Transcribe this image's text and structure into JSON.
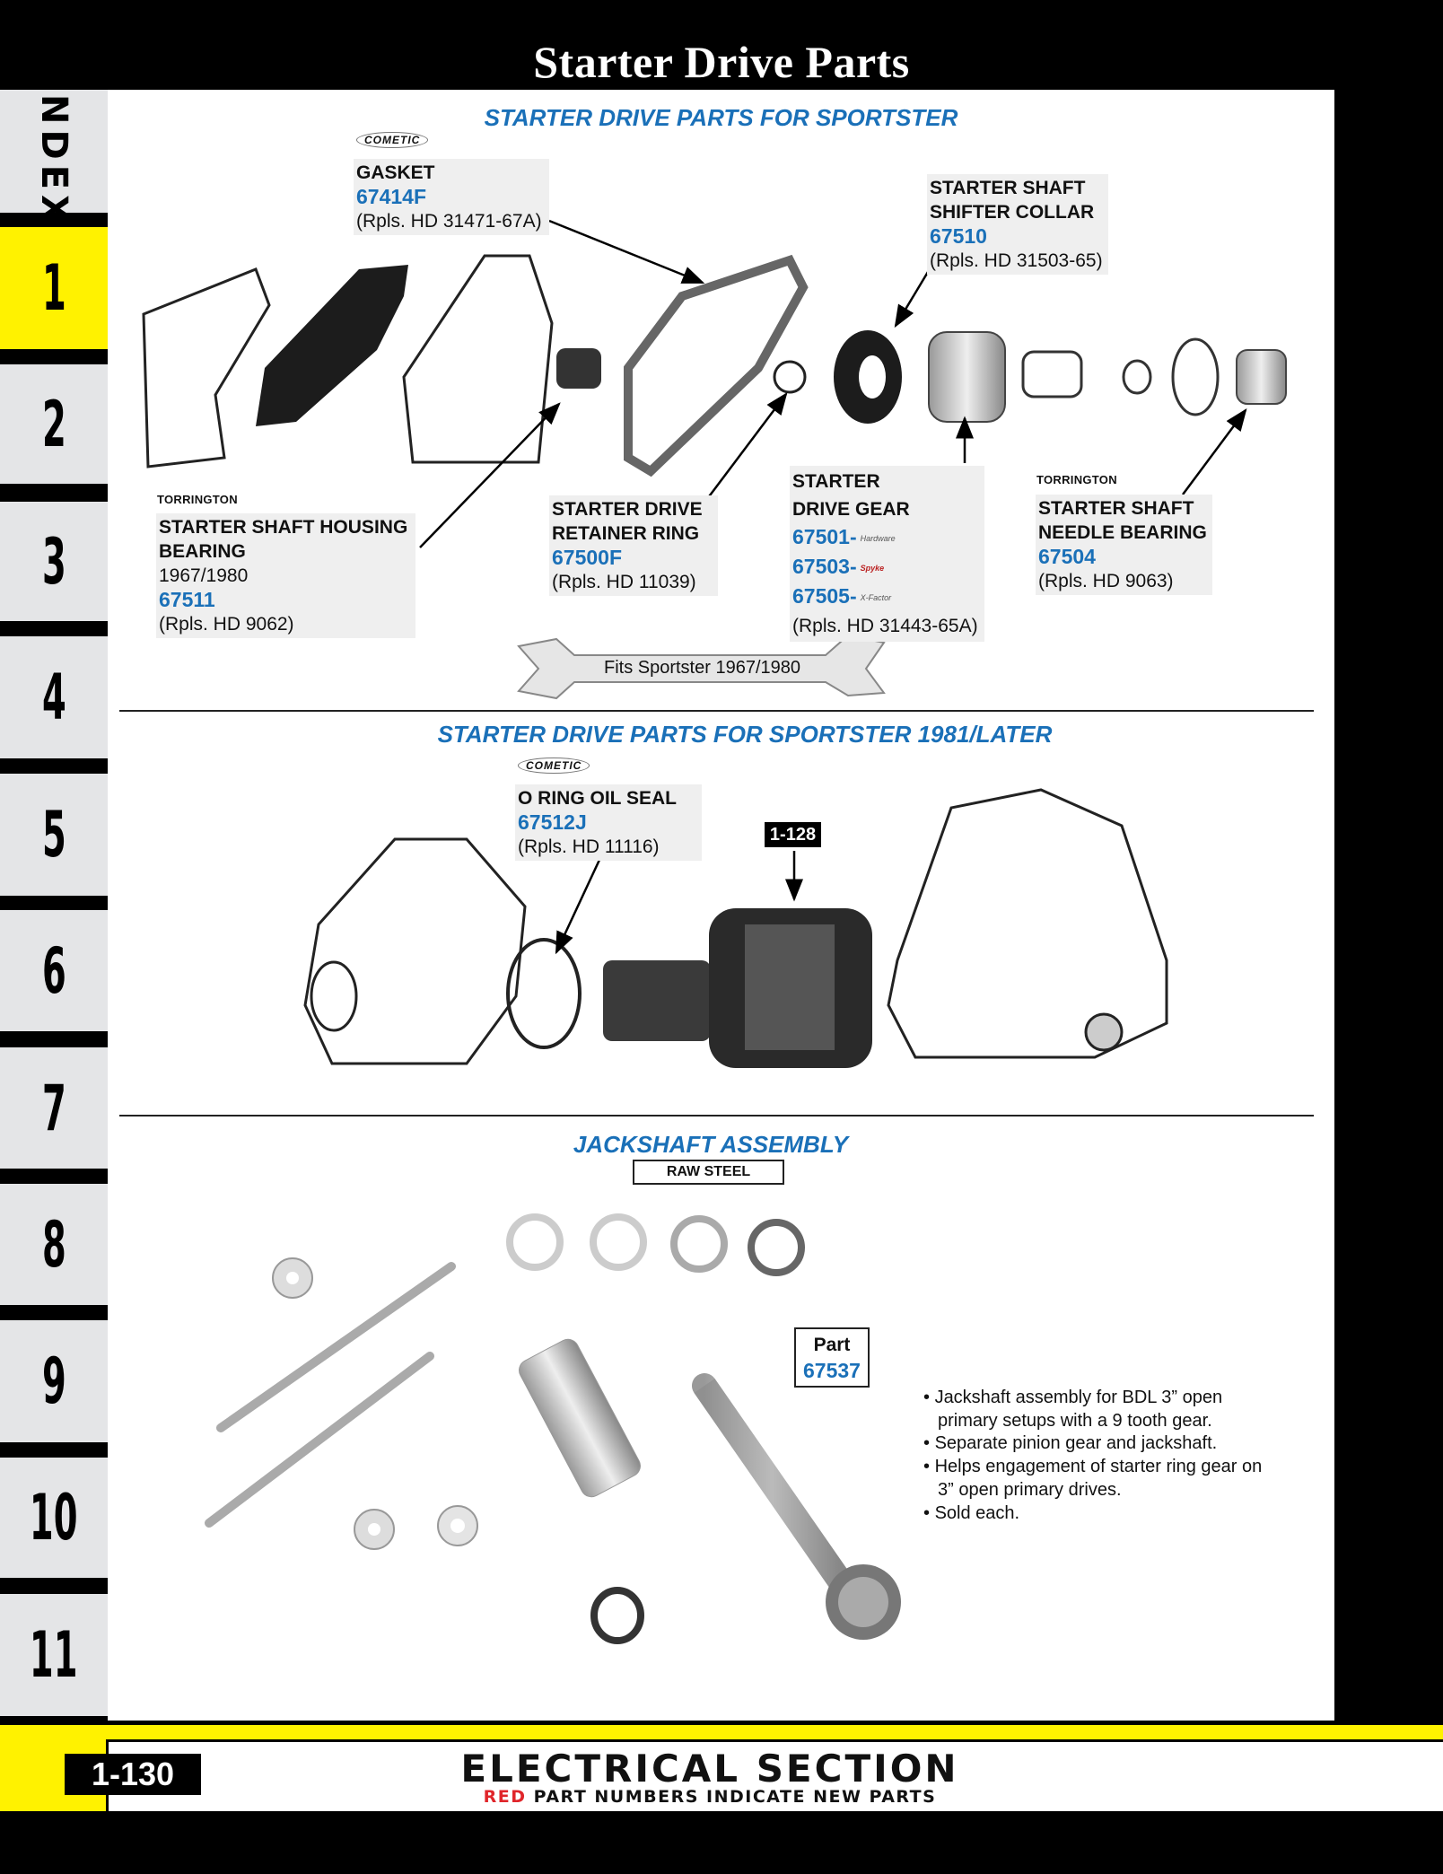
{
  "header": {
    "title": "Starter Drive Parts"
  },
  "sidebar": {
    "tabs": [
      {
        "label": "INDEX"
      },
      {
        "label": "1",
        "active": true
      },
      {
        "label": "2"
      },
      {
        "label": "3"
      },
      {
        "label": "4"
      },
      {
        "label": "5"
      },
      {
        "label": "6"
      },
      {
        "label": "7"
      },
      {
        "label": "8"
      },
      {
        "label": "9"
      },
      {
        "label": "10"
      },
      {
        "label": "11"
      }
    ]
  },
  "section1": {
    "heading": "STARTER DRIVE PARTS FOR SPORTSTER",
    "gasket": {
      "brand": "COMETIC",
      "name": "GASKET",
      "part": "67414F",
      "replaces": "(Rpls. HD 31471-67A)"
    },
    "collar": {
      "name1": "STARTER SHAFT",
      "name2": "SHIFTER COLLAR",
      "part": "67510",
      "replaces": "(Rpls. HD 31503-65)"
    },
    "housing_bearing": {
      "brand": "TORRINGTON",
      "name1": "STARTER SHAFT HOUSING",
      "name2": "BEARING",
      "fitment": "1967/1980",
      "part": "67511",
      "replaces": "(Rpls. HD 9062)"
    },
    "retainer": {
      "name1": "STARTER DRIVE",
      "name2": "RETAINER RING",
      "part": "67500F",
      "replaces": "(Rpls. HD 11039)"
    },
    "drive_gear": {
      "name1": "STARTER",
      "name2": "DRIVE GEAR",
      "parts": [
        {
          "part": "67501-",
          "brand": "Hardware"
        },
        {
          "part": "67503-",
          "brand": "Spyke"
        },
        {
          "part": "67505-",
          "brand": "X-Factor"
        }
      ],
      "replaces": "(Rpls. HD 31443-65A)"
    },
    "needle_bearing": {
      "brand": "TORRINGTON",
      "name1": "STARTER SHAFT",
      "name2": "NEEDLE BEARING",
      "part": "67504",
      "replaces": "(Rpls. HD 9063)"
    },
    "fits": "Fits Sportster 1967/1980"
  },
  "section2": {
    "heading": "STARTER DRIVE PARTS FOR SPORTSTER 1981/LATER",
    "oring": {
      "brand": "COMETIC",
      "name": "O RING OIL SEAL",
      "part": "67512J",
      "replaces": "(Rpls. HD 11116)"
    },
    "ref_badge": "1-128"
  },
  "section3": {
    "heading": "JACKSHAFT ASSEMBLY",
    "finish": "RAW STEEL",
    "part_label": "Part",
    "part": "67537",
    "bullets": [
      "Jackshaft assembly for BDL 3” open primary setups with a 9 tooth gear.",
      "Separate pinion gear and jackshaft.",
      "Helps engagement of starter ring gear on 3” open primary drives.",
      "Sold each."
    ]
  },
  "footer": {
    "page": "1-130",
    "section": "ELECTRICAL SECTION",
    "note_red": "RED",
    "note": " PART NUMBERS INDICATE NEW PARTS"
  },
  "colors": {
    "accent_blue": "#1a70b8",
    "tab_yellow": "#fff200",
    "note_red": "#e0262b"
  }
}
